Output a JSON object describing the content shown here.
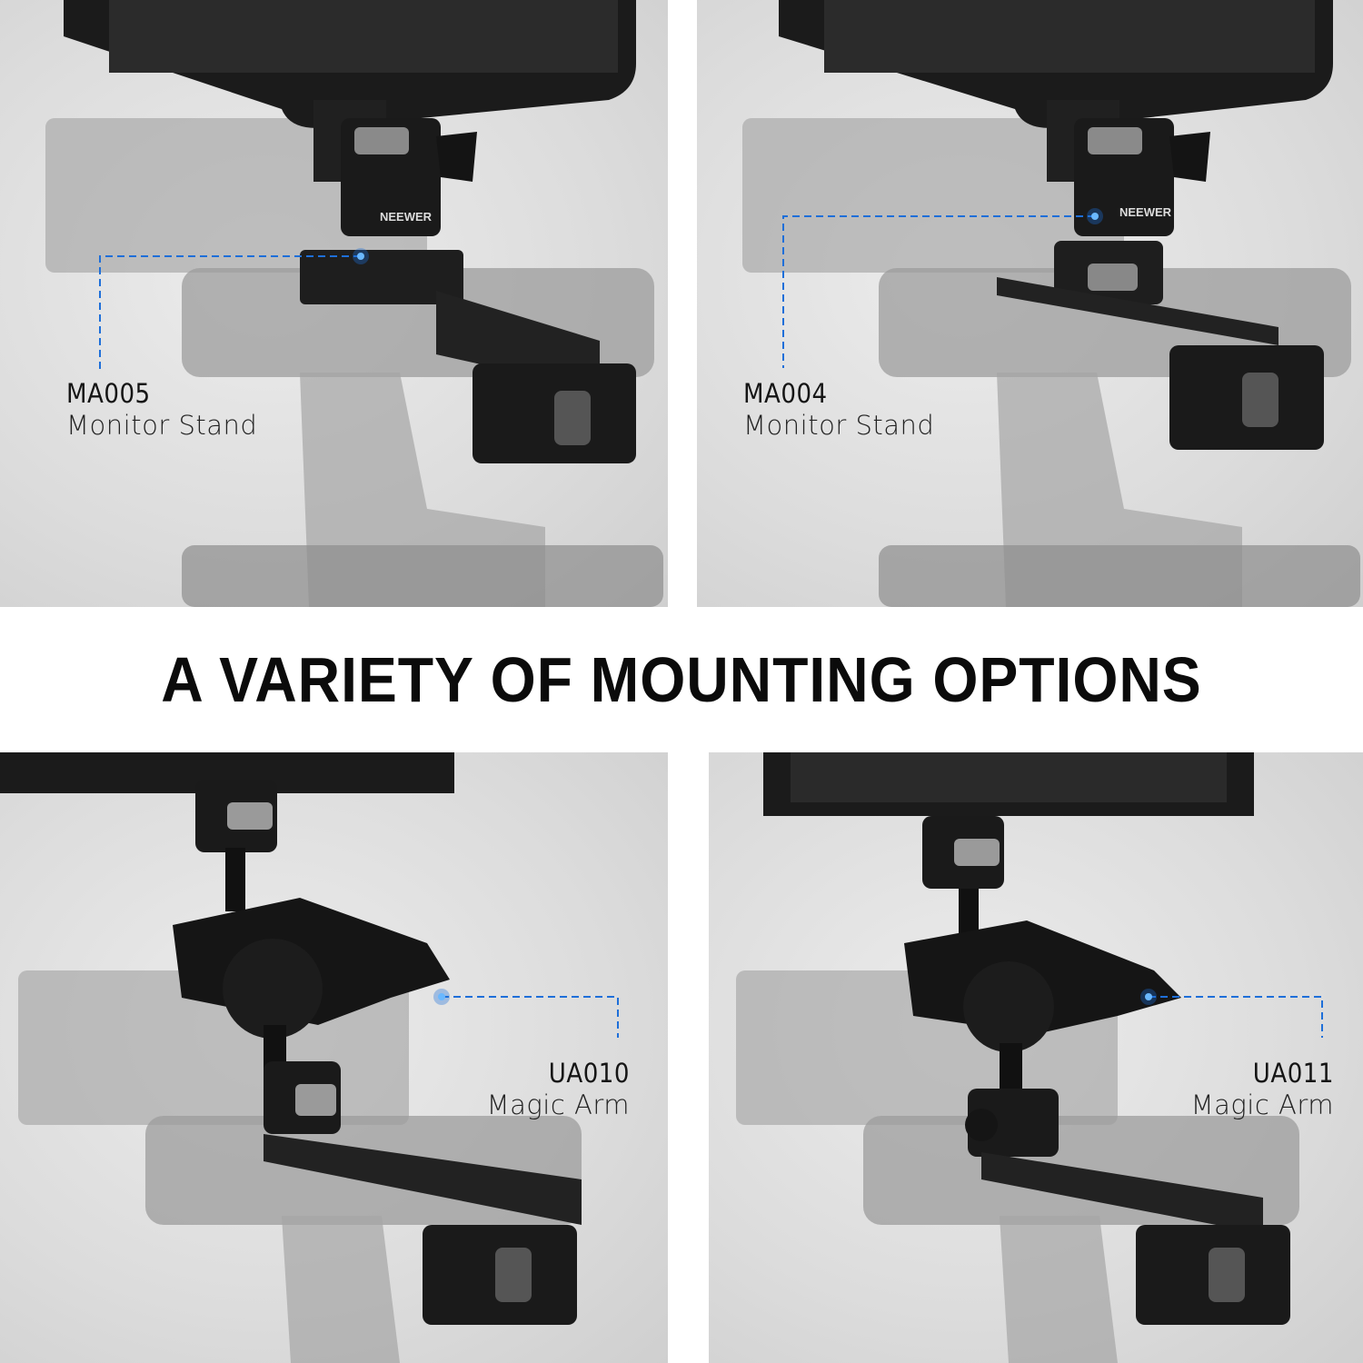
{
  "headline": "A VARIETY OF MOUNTING OPTIONS",
  "brand": "NEEWER",
  "accent_color": "#1e6fd9",
  "panels": [
    {
      "code": "MA005",
      "name": "Monitor Stand"
    },
    {
      "code": "MA004",
      "name": "Monitor Stand"
    },
    {
      "code": "UA010",
      "name": "Magic Arm"
    },
    {
      "code": "UA011",
      "name": "Magic Arm"
    }
  ]
}
